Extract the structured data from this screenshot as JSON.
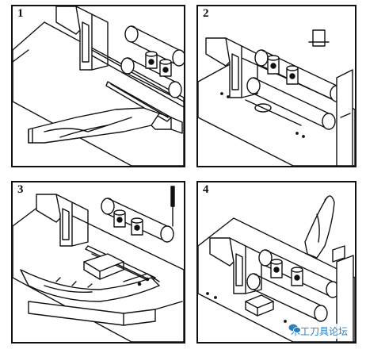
{
  "panels": [
    {
      "label": "1"
    },
    {
      "label": "2"
    },
    {
      "label": "3"
    },
    {
      "label": "4"
    }
  ],
  "watermark": {
    "text": "木工刀具论坛",
    "icon": "wechat-icon",
    "color": "#2a7fc0"
  }
}
